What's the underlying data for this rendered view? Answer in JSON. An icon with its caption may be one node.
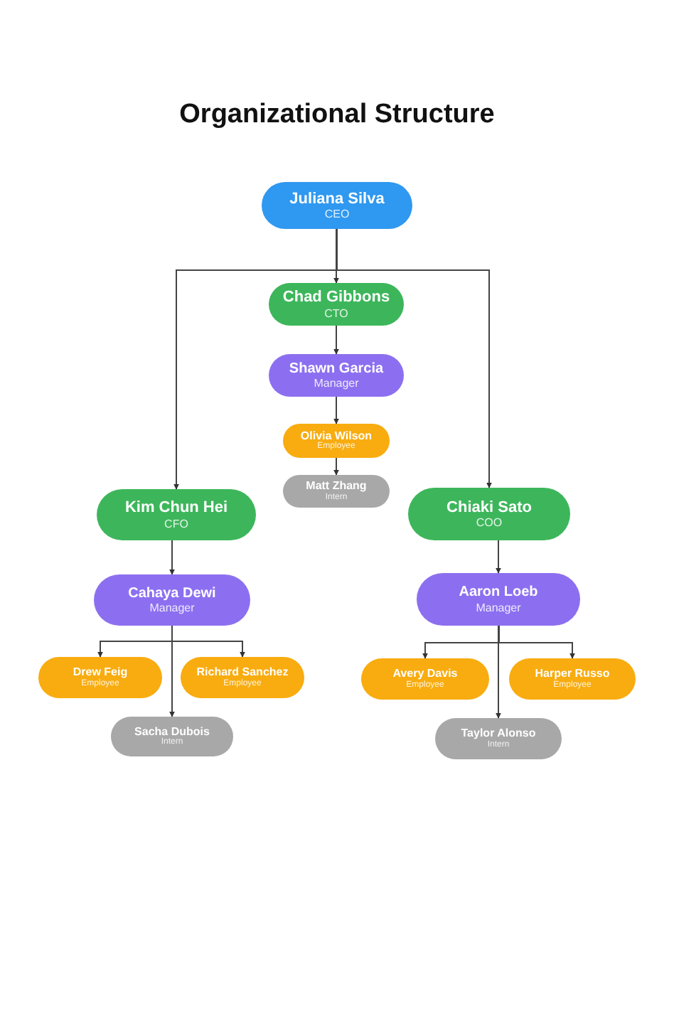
{
  "diagram": {
    "title": "Organizational Structure",
    "nodes": [
      {
        "text": [
          "Juliana Silva",
          "CEO"
        ]
      },
      {
        "text": [
          "Chad Gibbons",
          "CTO"
        ]
      },
      {
        "text": [
          "Shawn Garcia",
          "Manager"
        ]
      },
      {
        "text": [
          "Olivia Wilson",
          "Employee"
        ]
      },
      {
        "text": [
          "Matt Zhang",
          "Intern"
        ]
      },
      {
        "text": [
          "Kim Chun Hei",
          "CFO"
        ]
      },
      {
        "text": [
          "Chiaki Sato",
          "COO"
        ]
      },
      {
        "text": [
          "Cahaya Dewi",
          "Manager"
        ]
      },
      {
        "text": [
          "Aaron Loeb",
          "Manager"
        ]
      },
      {
        "text": [
          "Drew Feig",
          "Employee"
        ]
      },
      {
        "text": [
          "Richard Sanchez",
          "Employee"
        ]
      },
      {
        "text": [
          "Avery Davis",
          "Employee"
        ]
      },
      {
        "text": [
          "Harper Russo",
          "Employee"
        ]
      },
      {
        "text": [
          "Sacha Dubois",
          "Intern"
        ]
      },
      {
        "text": [
          "Taylor Alonso",
          "Intern"
        ]
      }
    ],
    "edges": [
      {
        "from": 0,
        "to": 1,
        "arrow": "to"
      },
      {
        "from": 0,
        "to": 5,
        "arrow": "to"
      },
      {
        "from": 0,
        "to": 6,
        "arrow": "to"
      },
      {
        "from": 1,
        "to": 2,
        "arrow": "to"
      },
      {
        "from": 2,
        "to": 3,
        "arrow": "to"
      },
      {
        "from": 3,
        "to": 4,
        "arrow": "to"
      },
      {
        "from": 5,
        "to": 7,
        "arrow": "to"
      },
      {
        "from": 6,
        "to": 8,
        "arrow": "to"
      },
      {
        "from": 7,
        "to": 9,
        "arrow": "to"
      },
      {
        "from": 7,
        "to": 10,
        "arrow": "to"
      },
      {
        "from": 7,
        "to": 13,
        "arrow": "to"
      },
      {
        "from": 8,
        "to": 11,
        "arrow": "to"
      },
      {
        "from": 8,
        "to": 12,
        "arrow": "to"
      },
      {
        "from": 8,
        "to": 14,
        "arrow": "to"
      }
    ]
  }
}
